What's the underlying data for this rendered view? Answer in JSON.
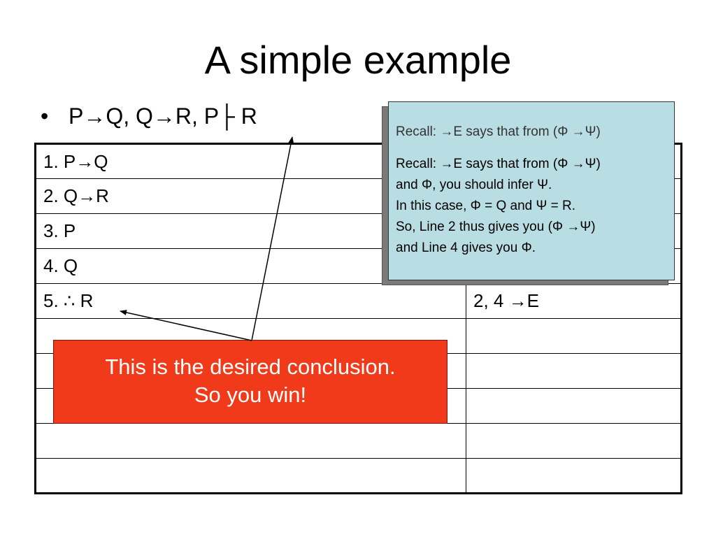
{
  "slide": {
    "title": "A simple example",
    "bullet_marker": "•",
    "bullet_text": "P→Q, Q→R, P├ R"
  },
  "proof_table": {
    "rows": [
      {
        "line": "1. P→Q",
        "justification": ""
      },
      {
        "line": "2. Q→R",
        "justification": ""
      },
      {
        "line": "3. P",
        "justification": ""
      },
      {
        "line": "4. Q",
        "justification": ""
      },
      {
        "line": "5. ∴  R",
        "justification": "2, 4 →E"
      },
      {
        "line": "",
        "justification": ""
      },
      {
        "line": "",
        "justification": ""
      },
      {
        "line": "",
        "justification": ""
      },
      {
        "line": "",
        "justification": ""
      },
      {
        "line": "",
        "justification": ""
      }
    ]
  },
  "recall_callout": {
    "line1": "Recall: →E says that from (Φ →Ψ)",
    "line2": "and Φ, you should infer Ψ.",
    "line3": "In this case, Φ = Q and Ψ = R.",
    "line4": "So, Line 2 thus gives you (Φ →Ψ)",
    "line5": "and Line 4 gives you Φ."
  },
  "conclusion_callout": {
    "line1": "This is the desired conclusion.",
    "line2": "So you win!"
  },
  "colors": {
    "recall_bg": "#b8dde3",
    "recall_shadow": "#7a7a7a",
    "conclusion_bg": "#f03a1a",
    "conclusion_text": "#ffffff"
  }
}
